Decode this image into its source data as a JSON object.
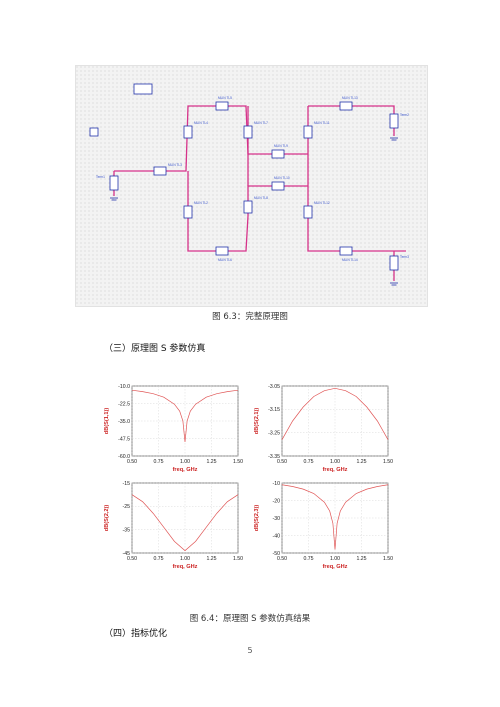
{
  "figure1": {
    "caption": "图 6.3：完整原理图",
    "schematic": {
      "components": [
        {
          "name": "TL3"
        },
        {
          "name": "TL4"
        },
        {
          "name": "TL2"
        },
        {
          "name": "TL5"
        },
        {
          "name": "TL6"
        },
        {
          "name": "TL7"
        },
        {
          "name": "TL8"
        },
        {
          "name": "TL9"
        },
        {
          "name": "TL10"
        },
        {
          "name": "TL11"
        },
        {
          "name": "TL12"
        },
        {
          "name": "TL13"
        },
        {
          "name": "TL14"
        },
        {
          "name": "TL15"
        },
        {
          "name": "TL16"
        },
        {
          "name": "TL17"
        },
        {
          "name": "TL18"
        },
        {
          "name": "TL19"
        },
        {
          "name": "TL20"
        }
      ],
      "terms": [
        "Term1",
        "Term2",
        "Term3"
      ]
    }
  },
  "section3": "（三）原理图 S 参数仿真",
  "figure2": {
    "caption": "图 6.4：原理图 S 参数仿真结果"
  },
  "section4": "（四）指标优化",
  "page_number": "5",
  "chart_data": [
    {
      "type": "line",
      "xlabel": "freq, GHz",
      "ylabel": "dB(S(1,1))",
      "xlim": [
        0.5,
        1.5
      ],
      "ylim": [
        -60,
        -10
      ],
      "xticks": [
        "0.50",
        "0.75",
        "1.00",
        "1.25",
        "1.50"
      ],
      "yticks": [
        "-10.0",
        "-22.5",
        "-35.0",
        "-47.5",
        "-60.0"
      ],
      "x": [
        0.5,
        0.6,
        0.7,
        0.8,
        0.9,
        0.95,
        0.98,
        1.0,
        1.02,
        1.05,
        1.1,
        1.2,
        1.3,
        1.4,
        1.5
      ],
      "y": [
        -13,
        -14,
        -15.5,
        -18,
        -23,
        -28,
        -35,
        -50,
        -35,
        -28,
        -23,
        -18,
        -15.5,
        -14,
        -13
      ],
      "color": "#e05555"
    },
    {
      "type": "line",
      "xlabel": "freq, GHz",
      "ylabel": "dB(S(2,1))",
      "xlim": [
        0.5,
        1.5
      ],
      "ylim": [
        -3.35,
        -3.05
      ],
      "xticks": [
        "0.50",
        "0.75",
        "1.00",
        "1.25",
        "1.50"
      ],
      "yticks": [
        "-3.05",
        "-3.15",
        "-3.25",
        "-3.35"
      ],
      "x": [
        0.5,
        0.6,
        0.7,
        0.8,
        0.9,
        1.0,
        1.1,
        1.2,
        1.3,
        1.4,
        1.5
      ],
      "y": [
        -3.28,
        -3.2,
        -3.14,
        -3.095,
        -3.07,
        -3.06,
        -3.07,
        -3.095,
        -3.14,
        -3.2,
        -3.28
      ],
      "color": "#e05555"
    },
    {
      "type": "line",
      "xlabel": "freq, GHz",
      "ylabel": "dB(S(2,2))",
      "xlim": [
        0.5,
        1.5
      ],
      "ylim": [
        -45,
        -15
      ],
      "xticks": [
        "0.50",
        "0.75",
        "1.00",
        "1.25",
        "1.50"
      ],
      "yticks": [
        "-15",
        "-25",
        "-35",
        "-45"
      ],
      "x": [
        0.5,
        0.6,
        0.7,
        0.8,
        0.9,
        1.0,
        1.1,
        1.2,
        1.3,
        1.4,
        1.5
      ],
      "y": [
        -20,
        -23,
        -28,
        -34,
        -40,
        -44,
        -40,
        -34,
        -28,
        -23,
        -20
      ],
      "color": "#e05555"
    },
    {
      "type": "line",
      "xlabel": "freq, GHz",
      "ylabel": "dB(S(2,3))",
      "xlim": [
        0.5,
        1.5
      ],
      "ylim": [
        -50,
        -10
      ],
      "xticks": [
        "0.50",
        "0.75",
        "1.00",
        "1.25",
        "1.50"
      ],
      "yticks": [
        "-10",
        "-20",
        "-30",
        "-40",
        "-50"
      ],
      "x": [
        0.5,
        0.6,
        0.7,
        0.8,
        0.9,
        0.95,
        0.98,
        1.0,
        1.02,
        1.05,
        1.1,
        1.2,
        1.3,
        1.4,
        1.5
      ],
      "y": [
        -11,
        -12,
        -13.5,
        -16,
        -21,
        -26,
        -33,
        -48,
        -33,
        -26,
        -21,
        -16,
        -13.5,
        -12,
        -11
      ],
      "color": "#e05555"
    }
  ]
}
